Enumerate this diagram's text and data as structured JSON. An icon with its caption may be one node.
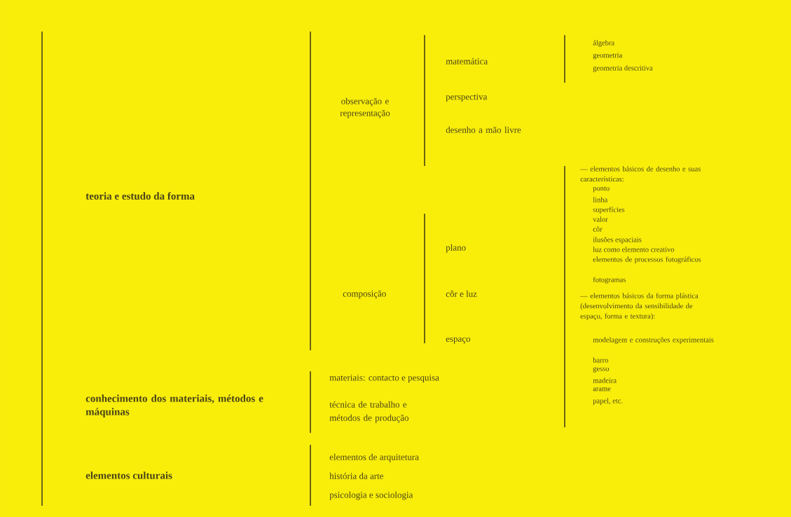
{
  "diagram": {
    "labels": [
      "teoria e estudo da forma",
      "observação e representação",
      "matemática",
      "álgebra",
      "geometria",
      "geometria descritiva",
      "perspectiva",
      "desenho a mão livre",
      "— elementos básicos de desenho e suas características:",
      "ponto",
      "linha",
      "superfícies",
      "valor",
      "côr",
      "plano",
      "ilusões espaciais",
      "luz como elemento creativo",
      "elementos de processos fotográficos",
      "fotogramas",
      "composição",
      "côr e luz",
      "— elementos básicos da forma plástica (desenvolvimento da sensibilidade de espaço, forma e textura):",
      "espaço",
      "modelagem e construções experimentais",
      "barro",
      "materiais: contacto e pesquisa",
      "gesso",
      "madeira",
      "conhecimento dos materiais, métodos e máquinas",
      "arame",
      "papel, etc.",
      "técnica de trabalho e métodos de produção",
      "elementos de arquitetura",
      "elementos culturais",
      "história da arte",
      "psicologia e sociologia"
    ]
  }
}
